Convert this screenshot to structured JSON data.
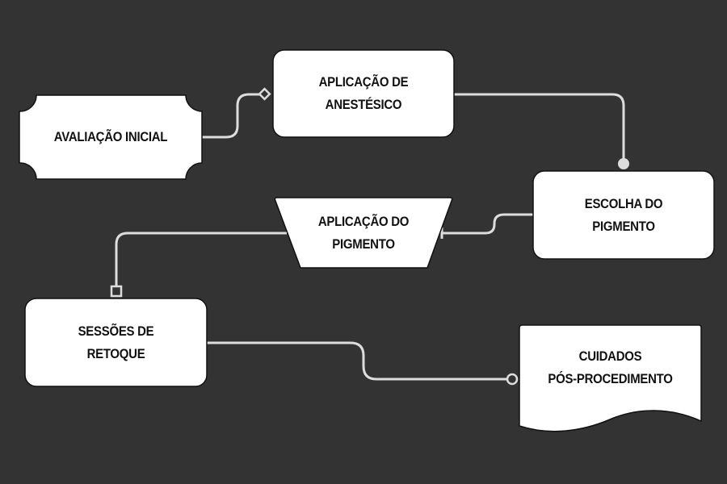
{
  "nodes": {
    "avaliacao": "AVALIAÇÃO INICIAL",
    "anestesico": [
      "APLICAÇÃO DE",
      "ANESTÉSICO"
    ],
    "escolha": [
      "ESCOLHA DO",
      "PIGMENTO"
    ],
    "aplicacao_pigmento": [
      "APLICAÇÃO DO",
      "PIGMENTO"
    ],
    "retoque": [
      "SESSÕES DE",
      "RETOQUE"
    ],
    "cuidados": [
      "CUIDADOS",
      "PÓS-PROCEDIMENTO"
    ]
  },
  "colors": {
    "background": "#333333",
    "node_fill": "#ffffff",
    "connector": "#dddddd"
  }
}
